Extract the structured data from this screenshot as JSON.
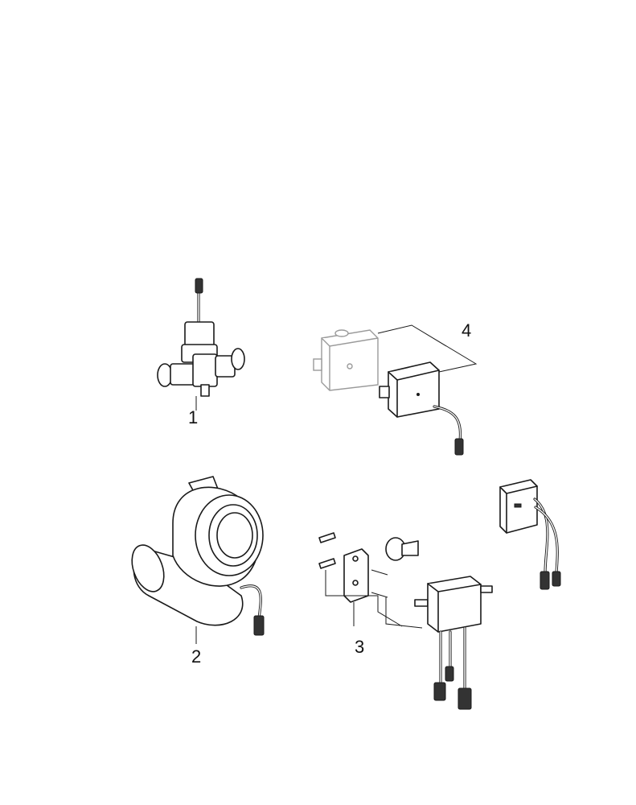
{
  "diagram": {
    "labels": {
      "part1": "1",
      "part2": "2",
      "part3": "3",
      "part4": "4"
    },
    "line_color": "#1a1a1a",
    "ghost_color": "#9a9a9a"
  }
}
